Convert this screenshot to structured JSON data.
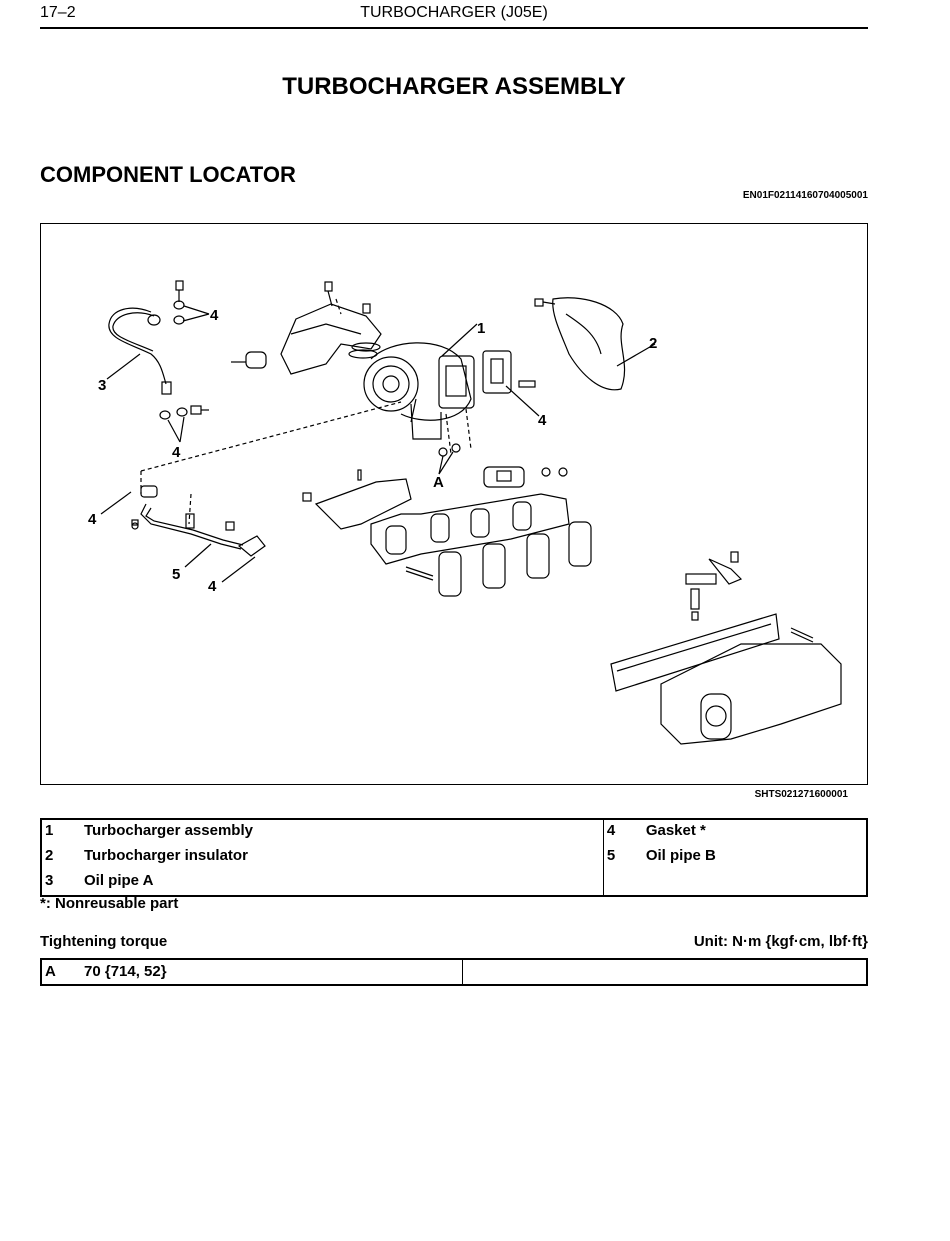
{
  "header": {
    "page_number": "17–2",
    "running_title": "TURBOCHARGER (J05E)"
  },
  "title": "TURBOCHARGER ASSEMBLY",
  "section": {
    "title": "COMPONENT LOCATOR",
    "code": "EN01F02114160704005001"
  },
  "figure": {
    "code": "SHTS021271600001",
    "callouts": [
      "1",
      "2",
      "3",
      "4",
      "4",
      "4",
      "4",
      "4",
      "4",
      "5",
      "A"
    ]
  },
  "parts": {
    "rows": [
      {
        "left_num": "1",
        "left_name": "Turbocharger assembly",
        "right_num": "4",
        "right_name": "Gasket *"
      },
      {
        "left_num": "2",
        "left_name": "Turbocharger insulator",
        "right_num": "5",
        "right_name": "Oil pipe B"
      },
      {
        "left_num": "3",
        "left_name": "Oil pipe A",
        "right_num": "",
        "right_name": ""
      }
    ],
    "note": "*: Nonreusable part"
  },
  "torque": {
    "label": "Tightening torque",
    "unit": "Unit: N·m {kgf·cm, lbf·ft}",
    "rows": [
      {
        "key": "A",
        "value": "70 {714, 52}"
      }
    ]
  }
}
